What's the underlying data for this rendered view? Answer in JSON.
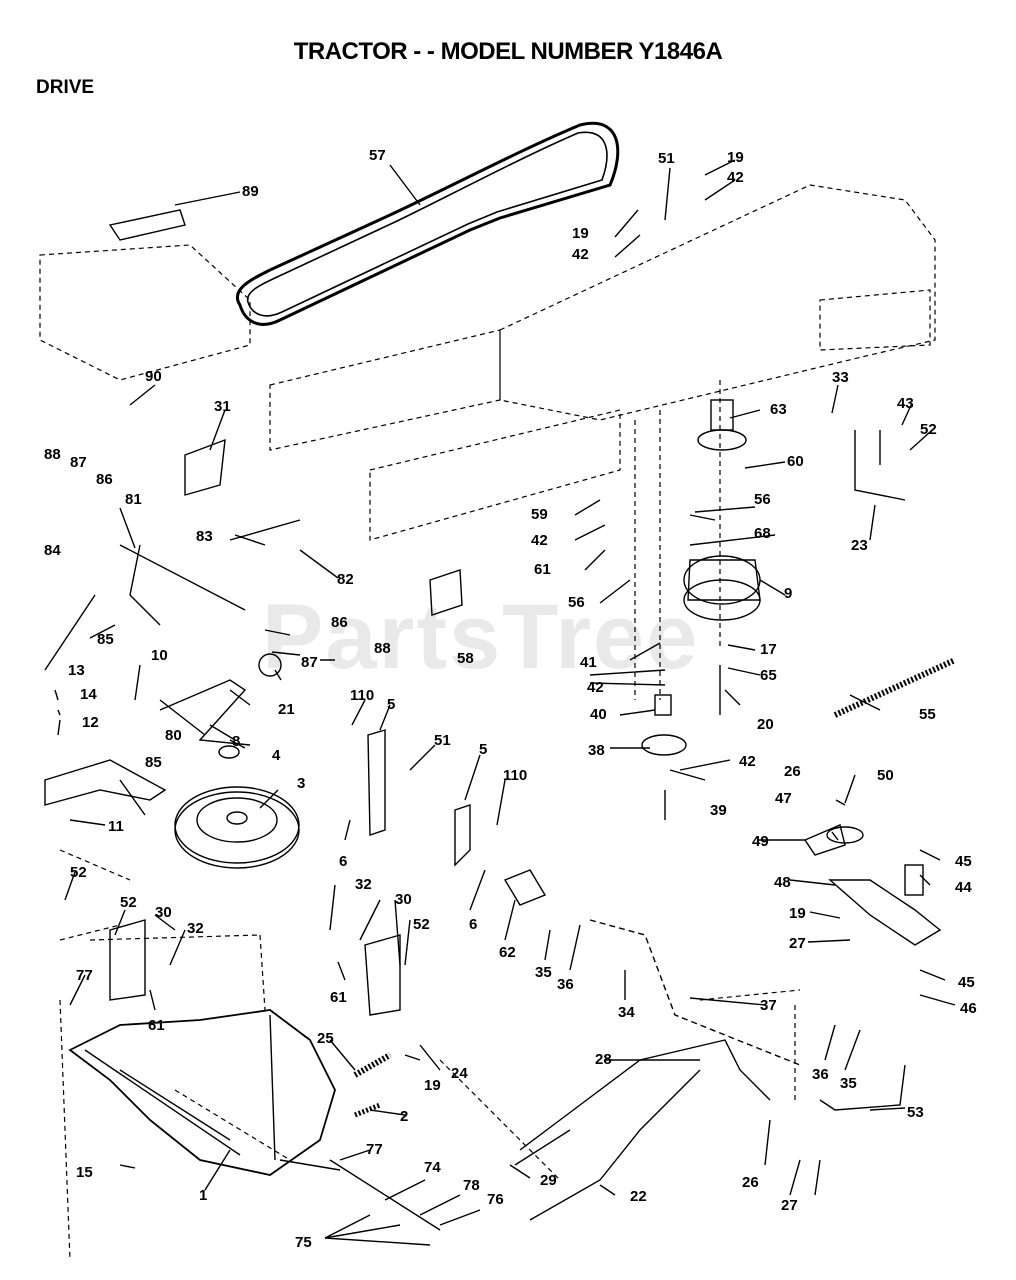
{
  "header": {
    "title": "TRACTOR - - MODEL NUMBER Y1846A",
    "section": "DRIVE"
  },
  "watermark": "PartsTree",
  "callouts": [
    "57",
    "51",
    "19",
    "42",
    "19",
    "42",
    "89",
    "90",
    "31",
    "88",
    "87",
    "86",
    "81",
    "83",
    "82",
    "84",
    "85",
    "63",
    "60",
    "33",
    "43",
    "52",
    "23",
    "59",
    "56",
    "42",
    "68",
    "61",
    "9",
    "56",
    "58",
    "86",
    "88",
    "87",
    "10",
    "13",
    "14",
    "12",
    "21",
    "8",
    "80",
    "85",
    "11",
    "4",
    "3",
    "41",
    "17",
    "42",
    "65",
    "40",
    "20",
    "110",
    "5",
    "51",
    "5",
    "110",
    "6",
    "6",
    "38",
    "42",
    "39",
    "55",
    "26",
    "50",
    "47",
    "49",
    "45",
    "44",
    "48",
    "19",
    "27",
    "45",
    "46",
    "52",
    "52",
    "30",
    "32",
    "32",
    "30",
    "52",
    "61",
    "61",
    "77",
    "62",
    "35",
    "36",
    "34",
    "37",
    "25",
    "19",
    "24",
    "2",
    "28",
    "36",
    "35",
    "53",
    "77",
    "15",
    "1",
    "74",
    "78",
    "76",
    "29",
    "22",
    "26",
    "27",
    "75"
  ]
}
